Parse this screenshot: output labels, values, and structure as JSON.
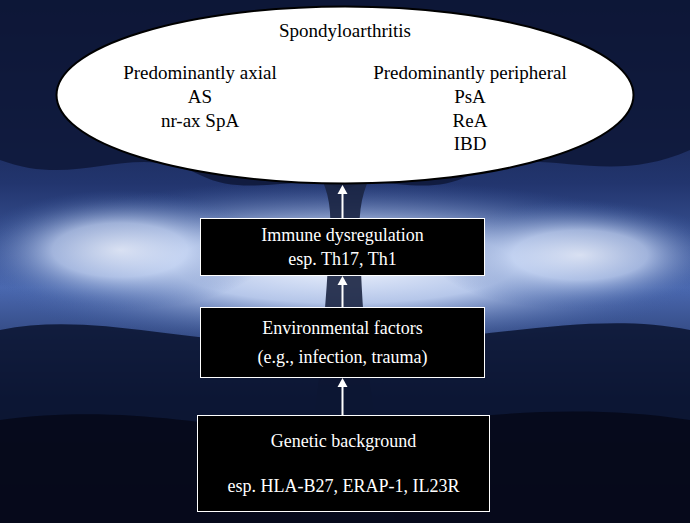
{
  "diagram": {
    "nodes": [
      {
        "text": [
          "Spondyloarthritis",
          "Predominantly axial",
          "AS",
          "nr-ax SpA",
          "Predominantly peripheral",
          "PsA",
          "ReA",
          "IBD"
        ]
      },
      {
        "text": [
          "Immune dysregulation",
          "esp. Th17, Th1"
        ]
      },
      {
        "text": [
          "Environmental factors",
          "(e.g., infection, trauma)"
        ]
      },
      {
        "text": [
          "Genetic background",
          "esp. HLA-B27, ERAP-1, IL23R"
        ]
      }
    ],
    "edges": [
      {
        "from": 3,
        "to": 2,
        "arrow": "to"
      },
      {
        "from": 2,
        "to": 1,
        "arrow": "to"
      },
      {
        "from": 1,
        "to": 0,
        "arrow": "to"
      }
    ]
  }
}
